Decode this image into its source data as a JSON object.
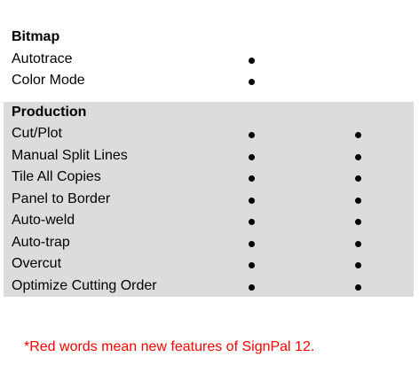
{
  "sections": [
    {
      "title": "Bitmap",
      "rows": [
        {
          "label": "Autotrace",
          "col1": true,
          "col2": false
        },
        {
          "label": "Color Mode",
          "col1": true,
          "col2": false
        }
      ]
    },
    {
      "title": "Production",
      "rows": [
        {
          "label": "Cut/Plot",
          "col1": true,
          "col2": true
        },
        {
          "label": "Manual Split Lines",
          "col1": true,
          "col2": true
        },
        {
          "label": "Tile All Copies",
          "col1": true,
          "col2": true
        },
        {
          "label": "Panel to Border",
          "col1": true,
          "col2": true
        },
        {
          "label": "Auto-weld",
          "col1": true,
          "col2": true
        },
        {
          "label": "Auto-trap",
          "col1": true,
          "col2": true
        },
        {
          "label": "Overcut",
          "col1": true,
          "col2": true
        },
        {
          "label": "Optimize Cutting Order",
          "col1": true,
          "col2": true
        }
      ]
    }
  ],
  "footnote": "*Red words mean new features of SignPal 12.",
  "colors": {
    "shaded_background": "#dcdcdc",
    "footnote_text": "#ff0000"
  }
}
